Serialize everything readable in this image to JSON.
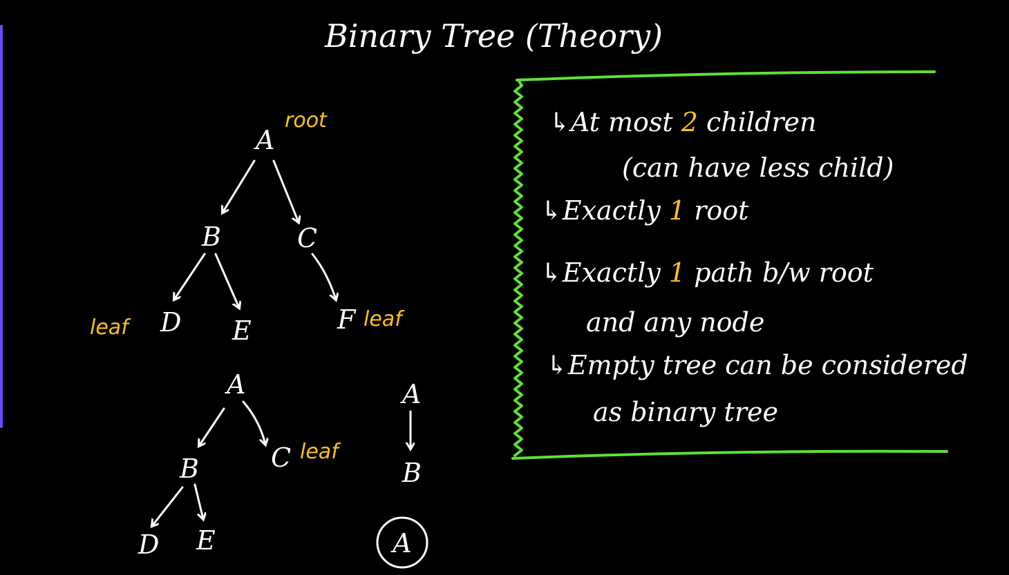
{
  "title": "Binary Tree (Theory)",
  "tree1": {
    "nodes": [
      "A",
      "B",
      "C",
      "D",
      "E",
      "F"
    ],
    "root_label": "root",
    "leaf_label": "leaf"
  },
  "tree2": {
    "nodes": [
      "A",
      "B",
      "C",
      "D",
      "E"
    ],
    "leaf_label": "leaf"
  },
  "tree3": {
    "nodes": [
      "A",
      "B"
    ]
  },
  "circled_label": "A",
  "facts": [
    {
      "prefix": "At most ",
      "highlight": "2",
      "suffix": " children"
    },
    {
      "prefix": "(can have less child)",
      "highlight": "",
      "suffix": ""
    },
    {
      "prefix": "Exactly ",
      "highlight": "1",
      "suffix": " root"
    },
    {
      "prefix": "Exactly ",
      "highlight": "1",
      "suffix": " path b/w root"
    },
    {
      "prefix": "and any node",
      "highlight": "",
      "suffix": ""
    },
    {
      "prefix": "Empty tree can be considered",
      "highlight": "",
      "suffix": ""
    },
    {
      "prefix": "as binary tree",
      "highlight": "",
      "suffix": ""
    }
  ],
  "arrow_glyph": "↳",
  "colors": {
    "background": "#000000",
    "ink": "#ffffff",
    "highlight": "#ffc21a",
    "box": "#5fe03a",
    "left_edge": "#6a4cff"
  }
}
